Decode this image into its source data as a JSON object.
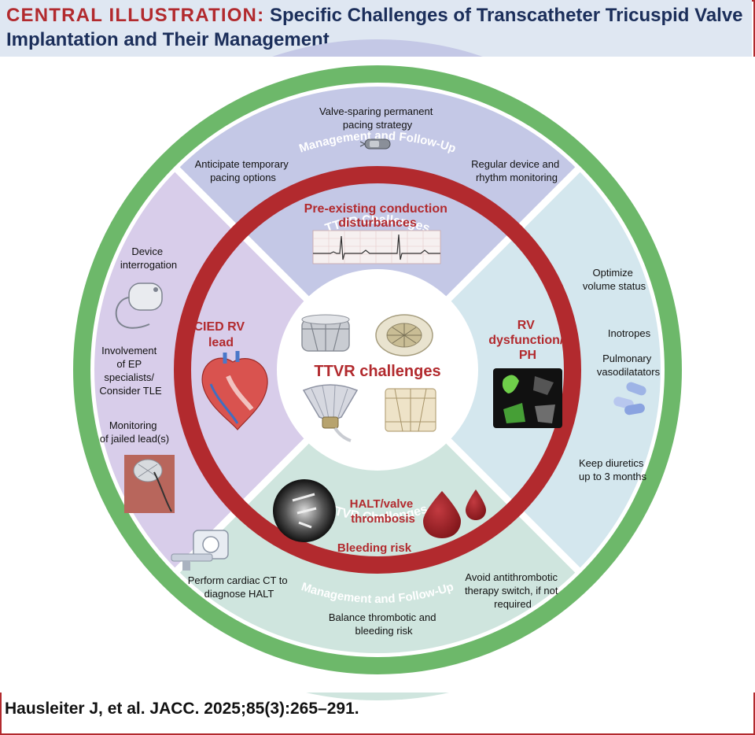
{
  "header": {
    "label": "CENTRAL ILLUSTRATION:",
    "title": "Specific Challenges of Transcatheter Tricuspid Valve Implantation and Their Management"
  },
  "outer_ring": {
    "top_label": "Management and Follow-Up",
    "bottom_label": "Management and Follow-Up",
    "color": "#6db86a"
  },
  "inner_ring": {
    "top_label": "TTVR Challenges",
    "bottom_label": "TTVR Challenges",
    "color": "#b22a2e"
  },
  "center": {
    "label": "TTVR challenges"
  },
  "sectors": {
    "top": {
      "challenge": "Pre-existing conduction disturbances",
      "management": [
        "Valve-sparing permanent pacing strategy",
        "Anticipate temporary pacing options",
        "Regular device and rhythm monitoring"
      ]
    },
    "right": {
      "challenge": "RV dysfunction/ PH",
      "management": [
        "Optimize volume status",
        "Inotropes",
        "Pulmonary vasodilatators",
        "Keep diuretics up to 3 months"
      ]
    },
    "bottom": {
      "challenges": [
        "HALT/valve thrombosis",
        "Bleeding risk"
      ],
      "management": [
        "Perform cardiac CT to diagnose HALT",
        "Avoid antithrombotic therapy switch, if not required",
        "Balance thrombotic and bleeding risk"
      ]
    },
    "left": {
      "challenge": "CIED RV lead",
      "management": [
        "Device interrogation",
        "Involvement of EP specialists/ Consider TLE",
        "Monitoring of jailed lead(s)"
      ]
    }
  },
  "citation": "Hausleiter J, et al. JACC. 2025;85(3):265–291."
}
